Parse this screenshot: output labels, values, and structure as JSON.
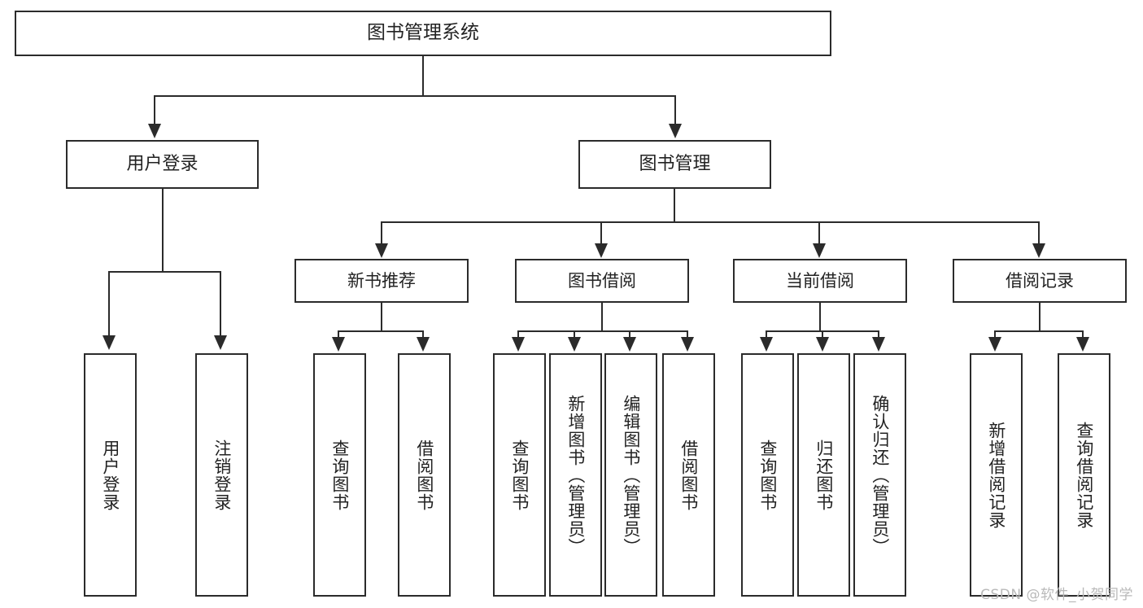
{
  "diagram": {
    "kind": "tree-hierarchy-chart",
    "title": "图书管理系统",
    "line_color": "#2b2b2b",
    "box_fill": "#ffffff",
    "text_color": "#222222",
    "level2": [
      {
        "label": "用户登录"
      },
      {
        "label": "图书管理"
      }
    ],
    "level3": [
      {
        "label": "新书推荐"
      },
      {
        "label": "图书借阅"
      },
      {
        "label": "当前借阅"
      },
      {
        "label": "借阅记录"
      }
    ],
    "leaves": {
      "user_login": [
        {
          "label": "用户登录"
        },
        {
          "label": "注销登录"
        }
      ],
      "new_book_recommend": [
        {
          "label": "查询图书"
        },
        {
          "label": "借阅图书"
        }
      ],
      "book_borrow": [
        {
          "label": "查询图书"
        },
        {
          "label": "新增图书（管理员）"
        },
        {
          "label": "编辑图书（管理员）"
        },
        {
          "label": "借阅图书"
        }
      ],
      "current_borrow": [
        {
          "label": "查询图书"
        },
        {
          "label": "归还图书"
        },
        {
          "label": "确认归还（管理员）"
        }
      ],
      "borrow_record": [
        {
          "label": "新增借阅记录"
        },
        {
          "label": "查询借阅记录"
        }
      ]
    }
  },
  "watermark": {
    "text": "CSDN @软件_小贺同学"
  }
}
